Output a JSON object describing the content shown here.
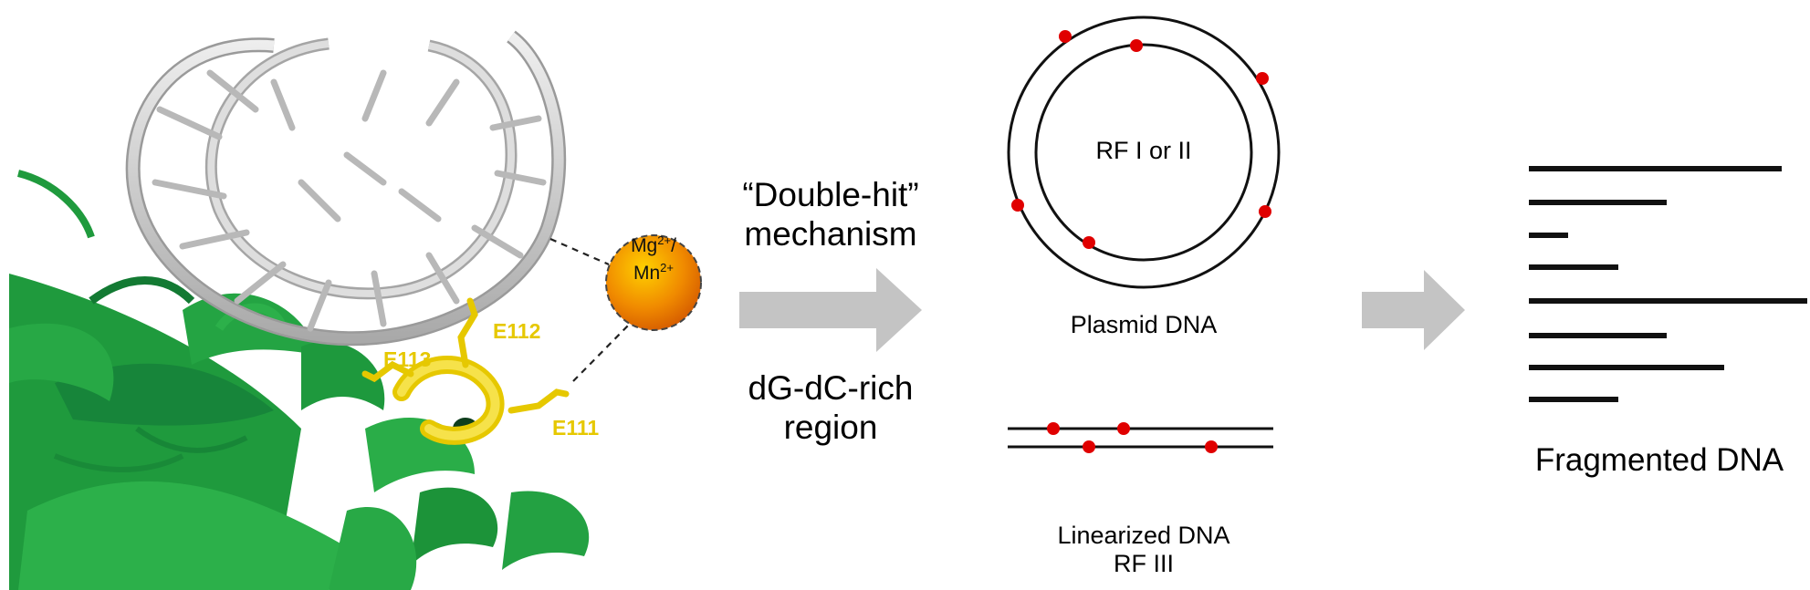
{
  "protein_panel": {
    "residues": [
      "E112",
      "E113",
      "E111"
    ],
    "ion": {
      "line1_base": "Mg",
      "line1_sup": "2+",
      "line1_tail": "/",
      "line2_base": "Mn",
      "line2_sup": "2+"
    }
  },
  "mechanism": {
    "line1": "“Double-hit”",
    "line2": "mechanism",
    "region_line1": "dG-dC-rich",
    "region_line2": "region"
  },
  "plasmid": {
    "inner_label": "RF I or II",
    "caption": "Plasmid DNA"
  },
  "linear": {
    "caption_line1": "Linearized DNA",
    "caption_line2": "RF III"
  },
  "fragments": {
    "caption": "Fragmented DNA",
    "count": 8
  },
  "colors": {
    "protein": "#21a040",
    "dna_backbone": "#c8c8c8",
    "residues": "#e6c800",
    "ion": "#e06a00",
    "cleavage_site": "#e00000",
    "arrow": "#c4c4c4"
  }
}
